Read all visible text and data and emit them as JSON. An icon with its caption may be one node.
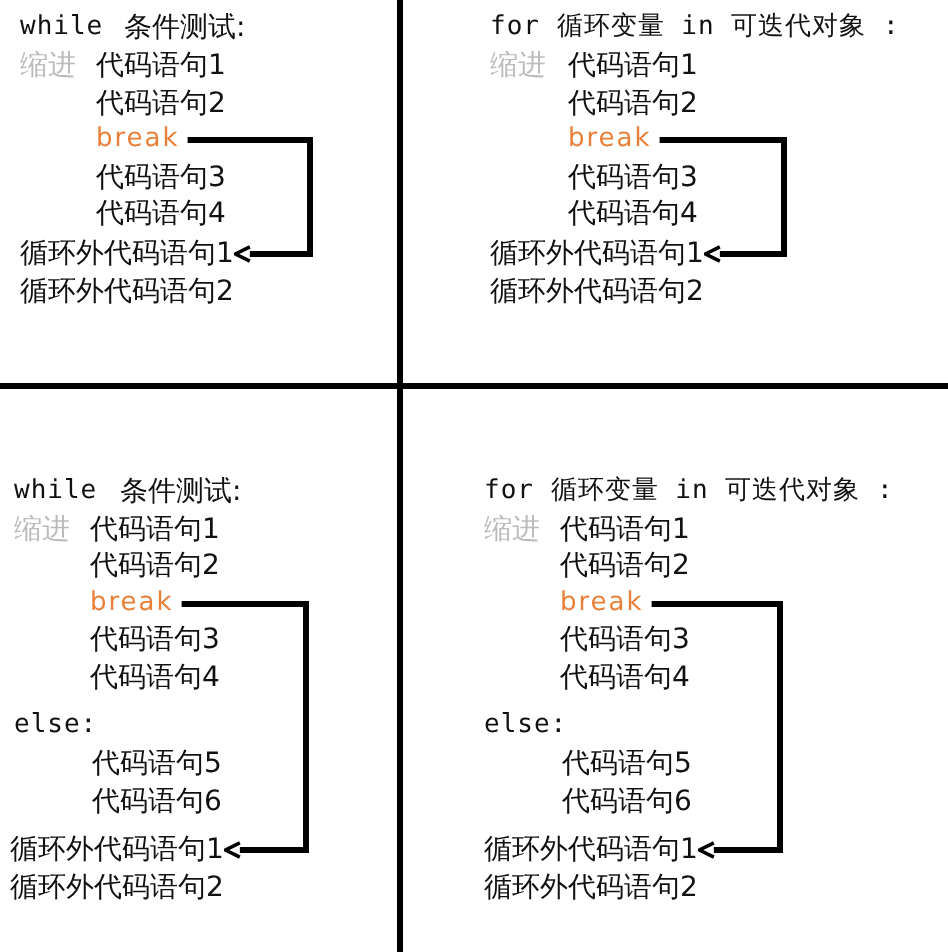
{
  "diagram": {
    "nodes": [
      {
        "text": [
          "break"
        ]
      },
      {
        "text": [
          "循环外代码语句1"
        ]
      },
      {
        "text": [
          "break"
        ]
      },
      {
        "text": [
          "循环外代码语句1"
        ]
      },
      {
        "text": [
          "break"
        ]
      },
      {
        "text": [
          "循环外代码语句1"
        ]
      },
      {
        "text": [
          "break"
        ]
      },
      {
        "text": [
          "循环外代码语句1"
        ]
      }
    ],
    "edges": [
      {
        "from": 0,
        "to": 1,
        "arrow": "to"
      },
      {
        "from": 2,
        "to": 3,
        "arrow": "to"
      },
      {
        "from": 4,
        "to": 5,
        "arrow": "to"
      },
      {
        "from": 6,
        "to": 7,
        "arrow": "to"
      }
    ],
    "labels": [
      "while",
      "条件测试:",
      "缩进",
      "代码语句1",
      "代码语句2",
      "代码语句3",
      "代码语句4",
      "循环外代码语句2",
      "for 循环变量 in 可迭代对象 :",
      "缩进",
      "代码语句1",
      "代码语句2",
      "代码语句3",
      "代码语句4",
      "循环外代码语句2",
      "while",
      "条件测试:",
      "缩进",
      "代码语句1",
      "代码语句2",
      "代码语句3",
      "代码语句4",
      "else:",
      "代码语句5",
      "代码语句6",
      "循环外代码语句2",
      "for 循环变量 in 可迭代对象 :",
      "缩进",
      "代码语句1",
      "代码语句2",
      "代码语句3",
      "代码语句4",
      "else:",
      "代码语句5",
      "代码语句6",
      "循环外代码语句2"
    ]
  }
}
